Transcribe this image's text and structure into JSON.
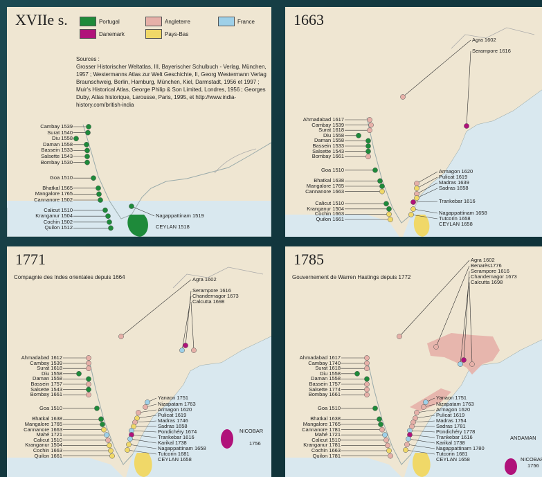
{
  "colors": {
    "portugal": "#1e8a3a",
    "angleterre": "#e6b0a8",
    "france": "#9ed0e8",
    "danemark": "#b0127a",
    "paysbas": "#f0d868",
    "land": "#efe6d2",
    "sea": "#d9e8ef"
  },
  "panel1": {
    "title": "XVIIe s.",
    "legend": {
      "portugal": "Portugal",
      "angleterre": "Angleterre",
      "france": "France",
      "danemark": "Danemark",
      "paysbas": "Pays-Bas"
    },
    "sources_label": "Sources :",
    "sources": "Grosser Historischer Weltatlas, III, Bayerischer Schulbuch - Verlag, München, 1957 ; Westermanns Atlas zur Welt Geschichte, II, Georg Westermann Verlag Braunschweig, Berlin, Hamburg, München, Kiel, Darmstadt, 1956 et 1997 ; Muir's Historical Atlas, George Philip & Son Limited, Londres, 1956 ; Georges Duby, Atlas historique, Larousse, Paris, 1995, et http://www.india-history.com/british-india",
    "west": [
      "Cambay 1539",
      "Surat 1540",
      "Diu 1558",
      "Daman 1558",
      "Bassein 1533",
      "Salsette 1543",
      "Bombay 1530",
      "Goa 1510",
      "Bhatkal 1565",
      "Mangalore 1765",
      "Cannanore 1502",
      "Calicut 1510",
      "Kranganur 1504",
      "Cochin 1502",
      "Quilon 1512"
    ],
    "east": [
      "Nagappattinam 1519",
      "CEYLAN 1518"
    ]
  },
  "panel2": {
    "title": "1663",
    "north": [
      "Agra 1602",
      "Serampore 1616"
    ],
    "west": [
      "Ahmadabad 1617",
      "Cambay 1539",
      "Surat 1618",
      "Diu 1558",
      "Daman 1558",
      "Bassein 1533",
      "Salsette 1543",
      "Bombay 1661",
      "Goa 1510",
      "Bhatkal 1638",
      "Mangalore 1765",
      "Cannanore 1663",
      "Calicut 1510",
      "Kranganur 1504",
      "Cochin 1663",
      "Quilon 1661"
    ],
    "east": [
      "Armagon 1620",
      "Pulicat 1619",
      "Madras 1639",
      "Sadras 1658",
      "Trankebar 1616",
      "Nagappattinam 1658",
      "Tutcorin 1658",
      "CEYLAN 1658"
    ]
  },
  "panel3": {
    "title": "1771",
    "subtitle": "Compagnie des Indes orientales depuis 1664",
    "north": [
      "Agra 1602",
      "Serampore 1616",
      "Chandernagor 1673",
      "Calcutta 1698"
    ],
    "west": [
      "Ahmadabad 1612",
      "Cambay 1539",
      "Surat 1618",
      "Diu 1558",
      "Daman 1558",
      "Bassein 1757",
      "Salsette 1543",
      "Bombay 1661",
      "Goa 1510",
      "Bhatkal 1638",
      "Mangalore 1765",
      "Cannanore 1663",
      "Mahé 1721",
      "Calicut 1510",
      "Kranganur 1504",
      "Cochin 1663",
      "Quilon 1661"
    ],
    "east": [
      "Yanaon 1751",
      "Nizapatam 1763",
      "Armagon 1620",
      "Pulicat 1619",
      "Madras 1746",
      "Sadras 1658",
      "Pondichéry 1674",
      "Trankebar 1616",
      "Karikal 1738",
      "Nagappattinam 1658",
      "Tutcorin 1681",
      "CEYLAN 1658"
    ],
    "nicobar": "NICOBAR",
    "nicobar_year": "1756"
  },
  "panel4": {
    "title": "1785",
    "subtitle": "Gouvernement de Warren Hastings depuis 1772",
    "north": [
      "Agra 1602",
      "Benarès1776",
      "Serampore 1616",
      "Chandernagor 1673",
      "Calcutta 1698"
    ],
    "west": [
      "Ahmadabad 1617",
      "Cambay 1740",
      "Surat 1618",
      "Diu 1558",
      "Daman 1558",
      "Bassein 1757",
      "Salsette 1774",
      "Bombay 1661",
      "Goa 1510",
      "Bhatkal 1638",
      "Mangalore 1765",
      "Cannanore 1781",
      "Mahé 1721",
      "Calicut 1510",
      "Kranganur 1781",
      "Cochin 1663",
      "Quilon 1781"
    ],
    "east": [
      "Yanaon 1751",
      "Nizapatam 1763",
      "Armagon 1620",
      "Pulicat 1619",
      "Madras 1754",
      "Sadras 1781",
      "Pondichéry 1778",
      "Trankebar 1616",
      "Karikal 1738",
      "Nagappattinam 1780",
      "Tutcorin 1681",
      "CEYLAN 1658"
    ],
    "andaman": "ANDAMAN",
    "nicobar": "NICOBAR",
    "nicobar_year": "1756"
  }
}
